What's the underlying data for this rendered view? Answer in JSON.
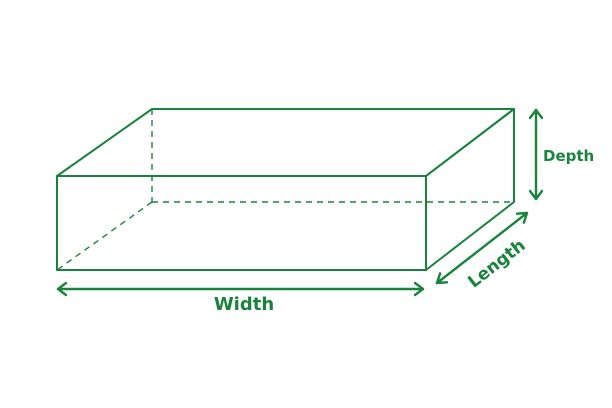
{
  "colors": {
    "stroke": "#19833d",
    "text": "#19833d",
    "background": "#ffffff"
  },
  "labels": {
    "width": "Width",
    "length": "Length",
    "depth": "Depth"
  }
}
